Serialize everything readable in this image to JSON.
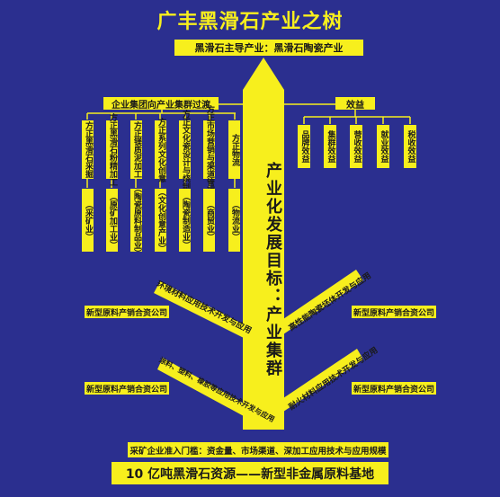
{
  "title": "广丰黑滑石产业之树",
  "top_box": "黑滑石主导产业：黑滑石陶瓷产业",
  "stem_text": "产业化发展目标：产业集群",
  "left_group": {
    "header": "企业集团向产业集群过渡",
    "columns": [
      {
        "name": "方正黑滑石采掘",
        "tag": "（采矿业）"
      },
      {
        "name": "方正黑滑石粉精加工",
        "tag": "（原矿加工业）"
      },
      {
        "name": "方正镁质泥加工",
        "tag": "（陶瓷原料制品业）"
      },
      {
        "name": "方正系列文化创意",
        "tag": "（文化创意产业）"
      },
      {
        "name": "方正文化瓷设计与烧制",
        "tag": "（陶瓷制造业）"
      },
      {
        "name": "方正市场营销与渠道管理",
        "tag": "（商贸业）"
      },
      {
        "name": "方正物流",
        "tag": "（物流业）"
      }
    ]
  },
  "right_group": {
    "header": "效益",
    "items": [
      "品牌效益",
      "集群效益",
      "营收效益",
      "就业效益",
      "税收效益"
    ]
  },
  "branches": {
    "left_upper": "环境材料应用技术开发与应用",
    "left_lower": "涂料、塑料、橡胶等应用技术开发与应用",
    "right_upper": "高性能陶瓷坯体开发与应用",
    "right_lower": "耐火材料应用技术开发与应用"
  },
  "companies": {
    "left_upper": "新型原料产销合资公司",
    "left_lower": "新型原料产销合资公司",
    "right_upper": "新型原料产销合资公司",
    "right_lower": "新型原料产销合资公司"
  },
  "entry_box": "采矿企业准入门槛：资金量、市场渠道、深加工应用技术与应用规模",
  "base_box": "10 亿吨黑滑石资源——新型非金属原料基地",
  "colors": {
    "background": "#2b2f8f",
    "accent": "#f7ef1d"
  }
}
